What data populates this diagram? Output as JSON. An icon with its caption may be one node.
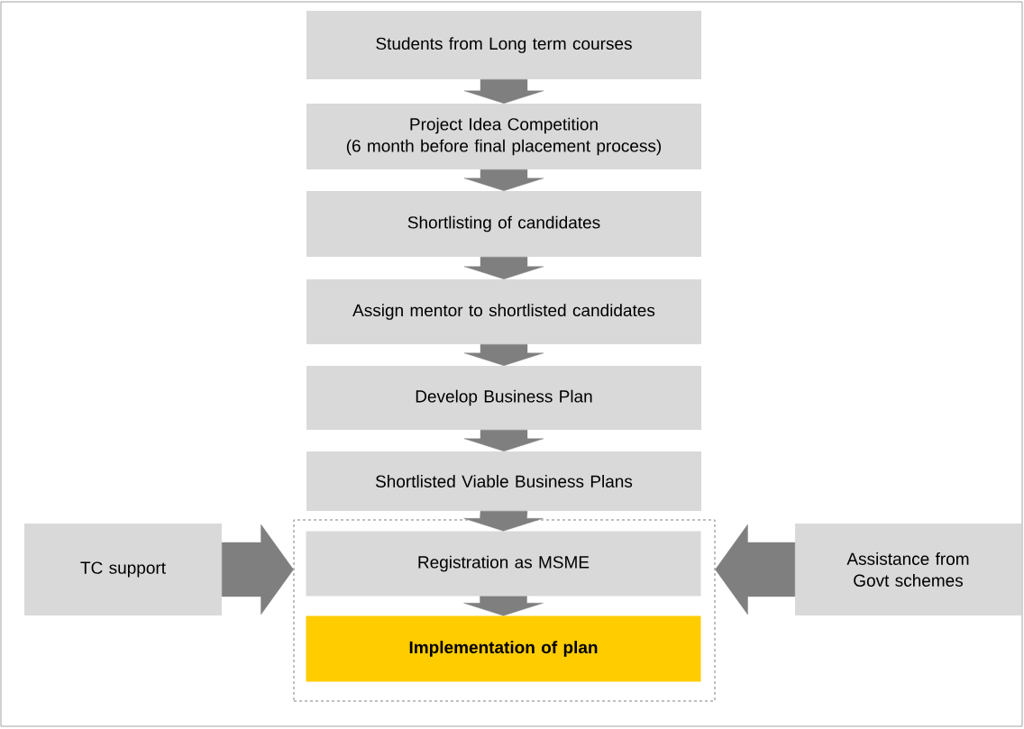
{
  "diagram": {
    "nodes": [
      {
        "text": [
          "Students from Long term courses"
        ]
      },
      {
        "text": [
          "Project Idea Competition",
          "(6 month before final placement process)"
        ]
      },
      {
        "text": [
          "Shortlisting of candidates"
        ]
      },
      {
        "text": [
          "Assign mentor to shortlisted candidates"
        ]
      },
      {
        "text": [
          "Develop Business Plan"
        ]
      },
      {
        "text": [
          "Shortlisted Viable Business Plans"
        ]
      },
      {
        "text": [
          "TC support"
        ]
      },
      {
        "text": [],
        "shape": "box"
      },
      {
        "text": [
          "Registration as MSME"
        ],
        "in": 7
      },
      {
        "text": [
          "Implementation of plan"
        ],
        "in": 7
      },
      {
        "text": [
          "Assistance from Govt schemes"
        ]
      }
    ],
    "edges": [
      {
        "from": 0,
        "to": 1,
        "arrow": "to"
      },
      {
        "from": 1,
        "to": 2,
        "arrow": "to"
      },
      {
        "from": 2,
        "to": 3,
        "arrow": "to"
      },
      {
        "from": 3,
        "to": 4,
        "arrow": "to"
      },
      {
        "from": 4,
        "to": 5,
        "arrow": "to"
      },
      {
        "from": 5,
        "to": 8,
        "arrow": "to"
      },
      {
        "from": 8,
        "to": 9,
        "arrow": "to"
      },
      {
        "from": 6,
        "to": 7,
        "arrow": "to"
      },
      {
        "from": 10,
        "to": 7,
        "arrow": "to"
      }
    ]
  }
}
